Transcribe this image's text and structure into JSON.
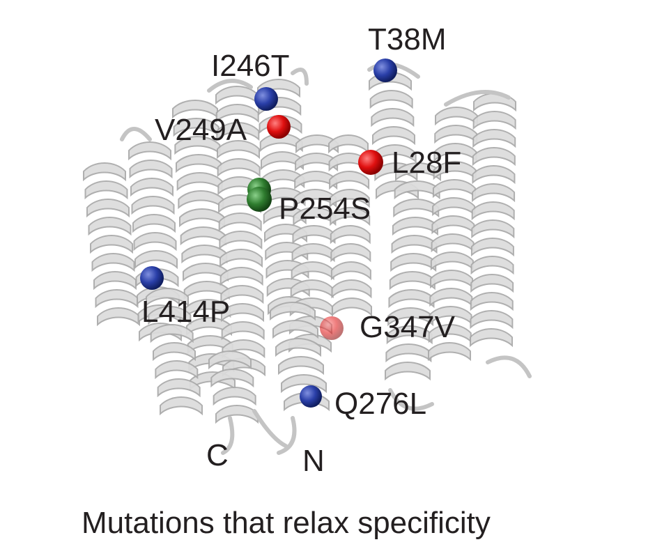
{
  "caption": "Mutations that relax specificity",
  "termini": {
    "c_terminus": "C",
    "n_terminus": "N"
  },
  "colors": {
    "red": "#e01010",
    "blue": "#2a3fa8",
    "green": "#2f7d2f",
    "ribbon": "#d8d8d8"
  },
  "mutations": [
    {
      "label": "T38M",
      "color": "blue"
    },
    {
      "label": "I246T",
      "color": "blue"
    },
    {
      "label": "V249A",
      "color": "red"
    },
    {
      "label": "L28F",
      "color": "red"
    },
    {
      "label": "P254S",
      "color": "green"
    },
    {
      "label": "L414P",
      "color": "blue"
    },
    {
      "label": "G347V",
      "color": "red"
    },
    {
      "label": "Q276L",
      "color": "blue"
    }
  ]
}
